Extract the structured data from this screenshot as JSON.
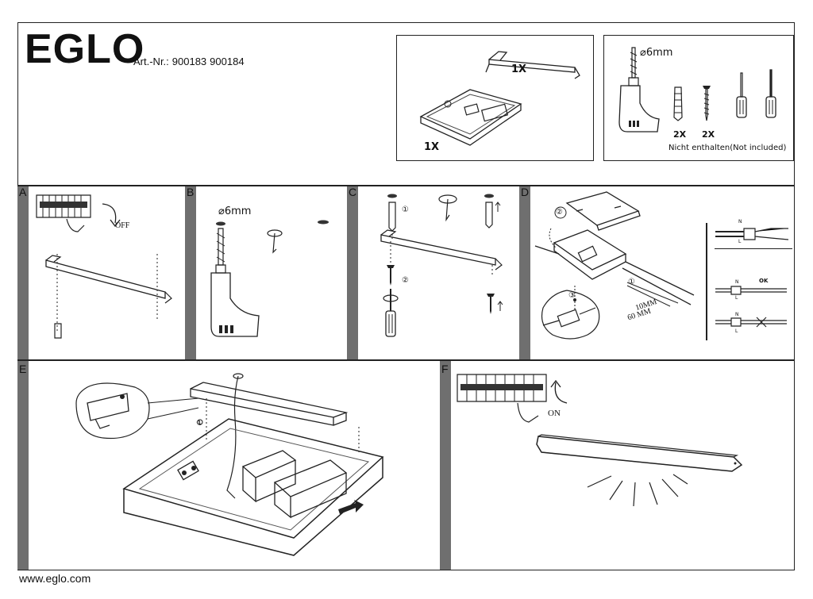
{
  "header": {
    "brand": "EGLO",
    "art_label": "Art.-Nr.:",
    "art_numbers": [
      "900183",
      "900184"
    ]
  },
  "parts_box": {
    "bracket_qty": "1X",
    "lamp_qty": "1X"
  },
  "tools_box": {
    "drill_diameter": "⌀6mm",
    "dowel_qty": "2X",
    "screw_qty": "2X",
    "note": "Nicht enthalten(Not included)"
  },
  "steps": {
    "A": {
      "label": "A",
      "switch_text": "OFF"
    },
    "B": {
      "label": "B",
      "drill_diameter": "⌀6mm"
    },
    "C": {
      "label": "C",
      "mark1": "①",
      "mark2": "②"
    },
    "D": {
      "label": "D",
      "mark_a": "②",
      "mark_b": "①",
      "mark_c": "③",
      "strip1": "10MM",
      "strip2": "60 MM",
      "ok_text": "OK",
      "n_label": "N",
      "l_label": "L"
    },
    "E": {
      "label": "E",
      "mark": "①"
    },
    "F": {
      "label": "F",
      "switch_text": "ON"
    }
  },
  "footer": {
    "website": "www.eglo.com"
  }
}
